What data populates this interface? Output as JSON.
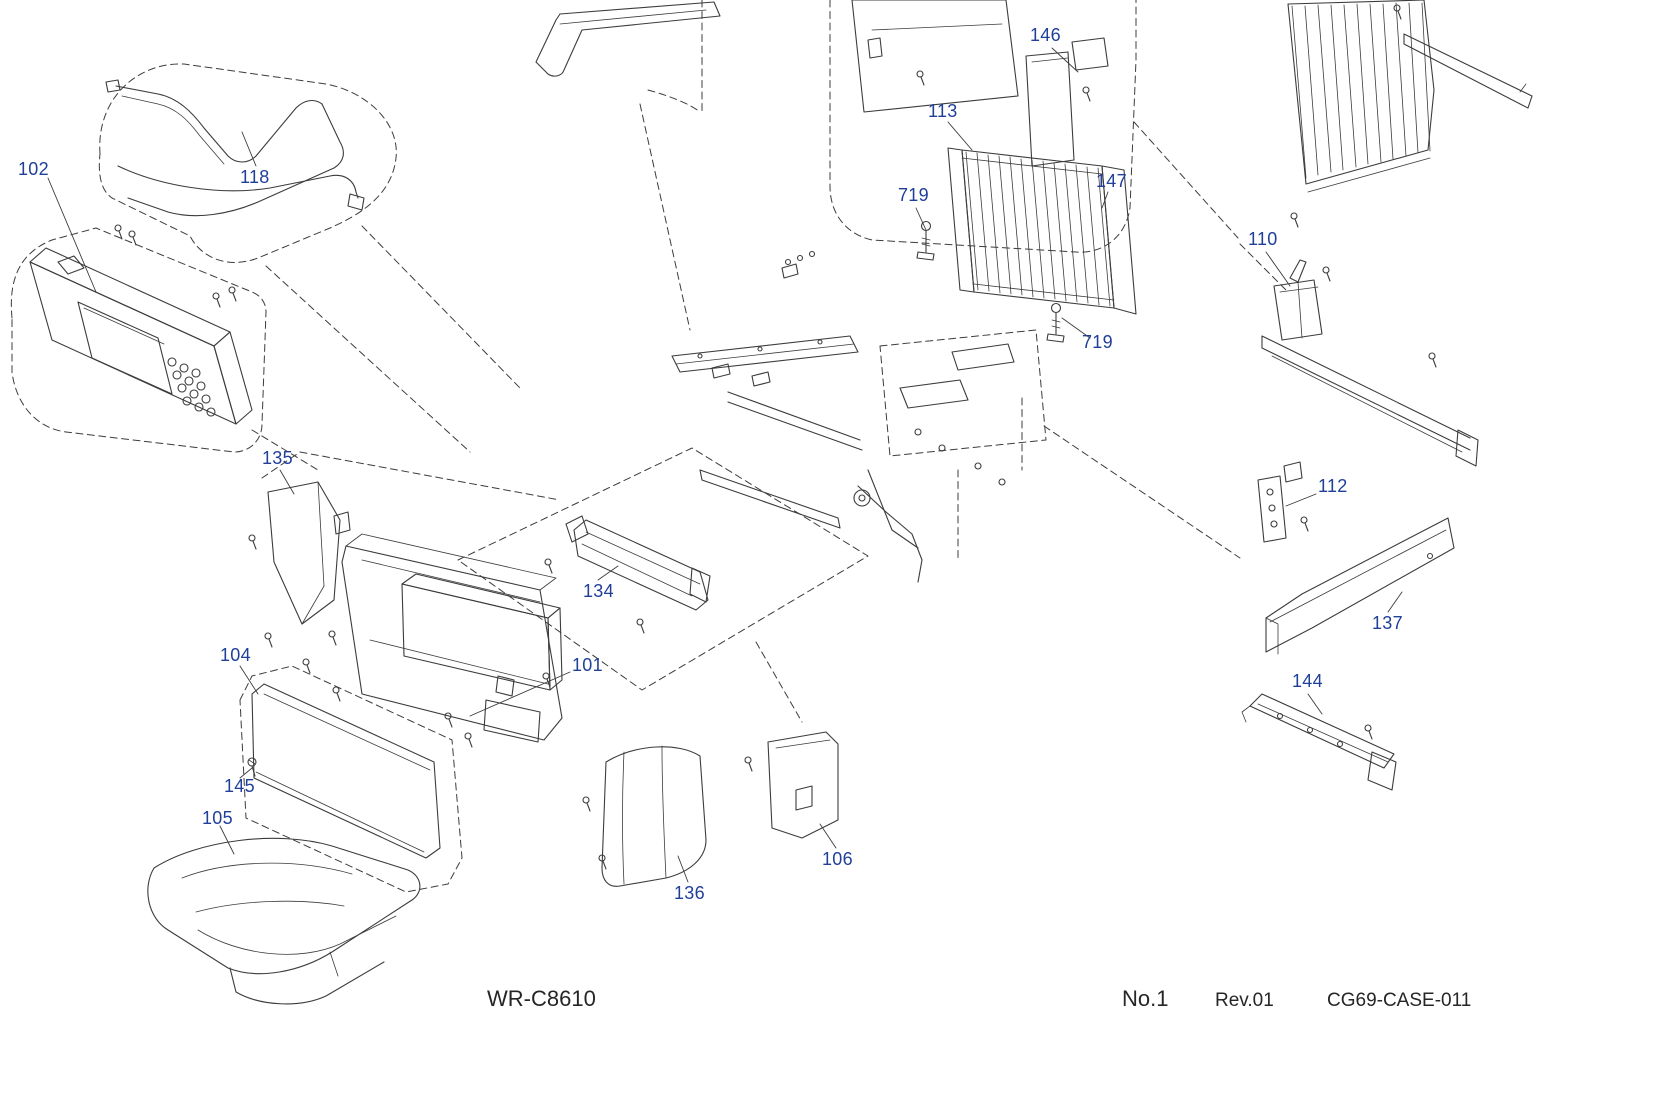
{
  "document": {
    "model": "WR-C8610",
    "sheet": "No.1",
    "revision": "Rev.01",
    "code": "CG69-CASE-011"
  },
  "colors": {
    "label": "#1F3F99",
    "line": "#3C3C3C",
    "background": "#FFFFFF"
  },
  "callouts": [
    {
      "label": "102"
    },
    {
      "label": "118"
    },
    {
      "label": "146"
    },
    {
      "label": "113"
    },
    {
      "label": "147"
    },
    {
      "label": "719"
    },
    {
      "label": "110"
    },
    {
      "label": "719"
    },
    {
      "label": "112"
    },
    {
      "label": "135"
    },
    {
      "label": "134"
    },
    {
      "label": "101"
    },
    {
      "label": "104"
    },
    {
      "label": "145"
    },
    {
      "label": "105"
    },
    {
      "label": "136"
    },
    {
      "label": "106"
    },
    {
      "label": "137"
    },
    {
      "label": "144"
    }
  ]
}
